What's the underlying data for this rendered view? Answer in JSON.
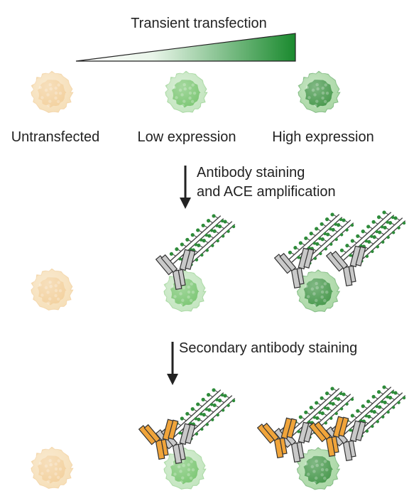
{
  "title": "Transient transfection",
  "columns": [
    "Untransfected",
    "Low expression",
    "High expression"
  ],
  "steps": [
    {
      "line1": "Antibody staining",
      "line2": "and ACE amplification"
    },
    {
      "line1": "Secondary antibody staining",
      "line2": ""
    }
  ],
  "colors": {
    "untransfected_outer": "#f6dfb8",
    "untransfected_inner": "#eebf7e",
    "low_outer": "#c3e5bf",
    "low_inner": "#6cbf62",
    "high_outer": "#a9d7a4",
    "high_inner": "#2f8a35",
    "gradient_end": "#1a8a2e",
    "primary_antibody": "#c9c9c9",
    "secondary_antibody": "#f0a43a",
    "chain_bead": "#2e8b3a",
    "arrow": "#222222"
  },
  "icons": {
    "cell": "cell-icon",
    "primary_antibody": "primary-antibody-icon",
    "secondary_antibody": "secondary-antibody-icon",
    "ace_chain": "ace-chain-icon",
    "arrow": "down-arrow-icon"
  }
}
